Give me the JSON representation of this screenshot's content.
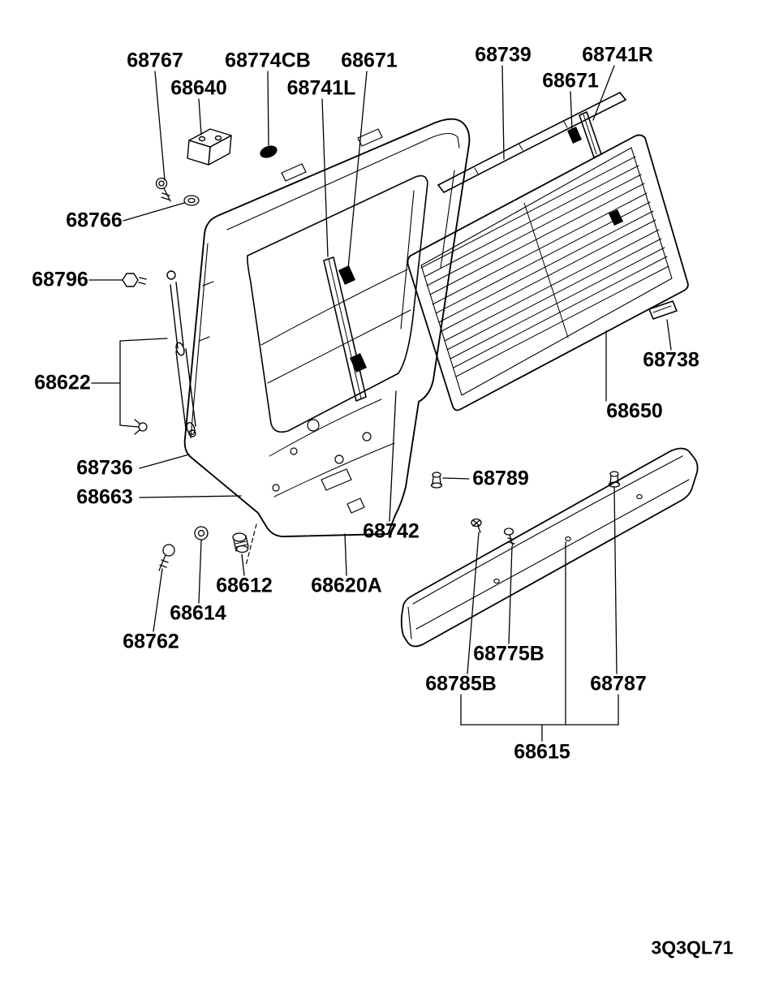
{
  "diagram": {
    "background": "#ffffff",
    "line_color": "#000000",
    "code": "3Q3QL71",
    "labels": [
      {
        "part": "68767"
      },
      {
        "part": "68774CB"
      },
      {
        "part": "68671"
      },
      {
        "part": "68739"
      },
      {
        "part": "68741R"
      },
      {
        "part": "68640"
      },
      {
        "part": "68741L"
      },
      {
        "part": "68671"
      },
      {
        "part": "68766"
      },
      {
        "part": "68796"
      },
      {
        "part": "68622"
      },
      {
        "part": "68738"
      },
      {
        "part": "68650"
      },
      {
        "part": "68736"
      },
      {
        "part": "68663"
      },
      {
        "part": "68789"
      },
      {
        "part": "68742"
      },
      {
        "part": "68612"
      },
      {
        "part": "68620A"
      },
      {
        "part": "68614"
      },
      {
        "part": "68762"
      },
      {
        "part": "68775B"
      },
      {
        "part": "68785B"
      },
      {
        "part": "68787"
      },
      {
        "part": "68615"
      }
    ]
  }
}
